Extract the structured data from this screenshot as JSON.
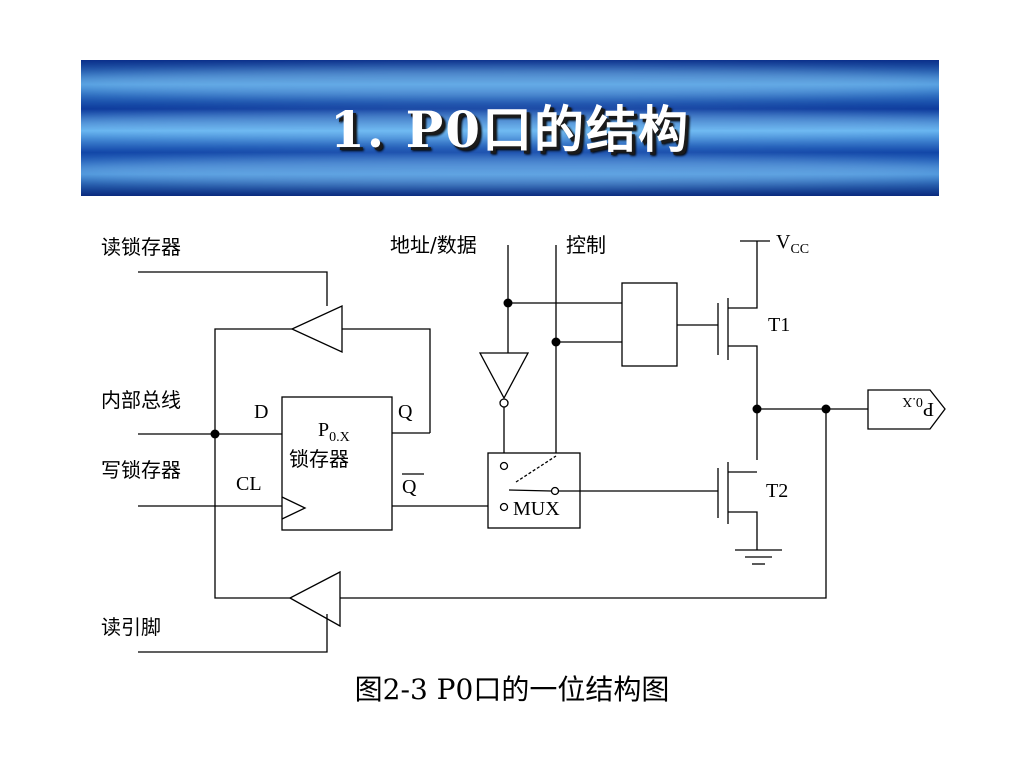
{
  "title": "1. P0口的结构",
  "caption": "图2-3  P0口的一位结构图",
  "labels": {
    "read_latch": "读锁存器",
    "internal_bus": "内部总线",
    "write_latch": "写锁存器",
    "read_pin": "读引脚",
    "addr_data": "地址/数据",
    "control": "控制",
    "vcc": "V",
    "vcc_sub": "CC",
    "t1": "T1",
    "t2": "T2",
    "d": "D",
    "q": "Q",
    "cl": "CL",
    "qbar": "Q",
    "latch_p": "P",
    "latch_sub": "0.X",
    "latch_name": "锁存器",
    "mux": "MUX",
    "pin_p": "P",
    "pin_sub": "0.X"
  }
}
